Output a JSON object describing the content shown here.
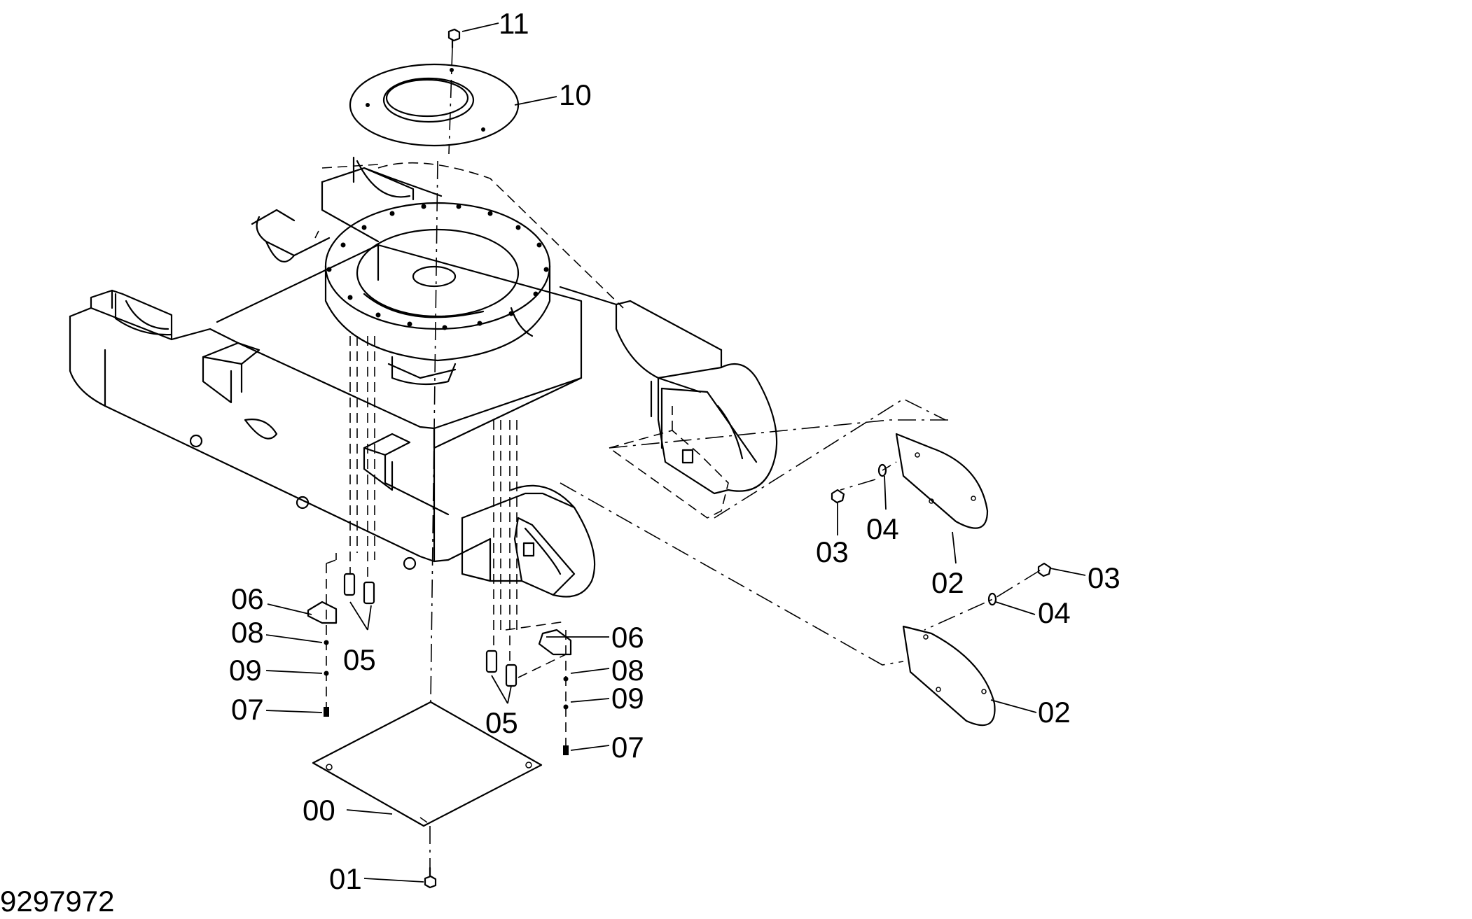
{
  "drawing": {
    "number": "9297972"
  },
  "callouts": [
    {
      "id": "c-11",
      "text": "11"
    },
    {
      "id": "c-10",
      "text": "10"
    },
    {
      "id": "c-04a",
      "text": "04"
    },
    {
      "id": "c-03a",
      "text": "03"
    },
    {
      "id": "c-02a",
      "text": "02"
    },
    {
      "id": "c-03b",
      "text": "03"
    },
    {
      "id": "c-04b",
      "text": "04"
    },
    {
      "id": "c-02b",
      "text": "02"
    },
    {
      "id": "c-06a",
      "text": "06"
    },
    {
      "id": "c-08a",
      "text": "08"
    },
    {
      "id": "c-05a",
      "text": "05"
    },
    {
      "id": "c-09a",
      "text": "09"
    },
    {
      "id": "c-07a",
      "text": "07"
    },
    {
      "id": "c-06b",
      "text": "06"
    },
    {
      "id": "c-08b",
      "text": "08"
    },
    {
      "id": "c-09b",
      "text": "09"
    },
    {
      "id": "c-05b",
      "text": "05"
    },
    {
      "id": "c-07b",
      "text": "07"
    },
    {
      "id": "c-00",
      "text": "00"
    },
    {
      "id": "c-01",
      "text": "01"
    }
  ]
}
